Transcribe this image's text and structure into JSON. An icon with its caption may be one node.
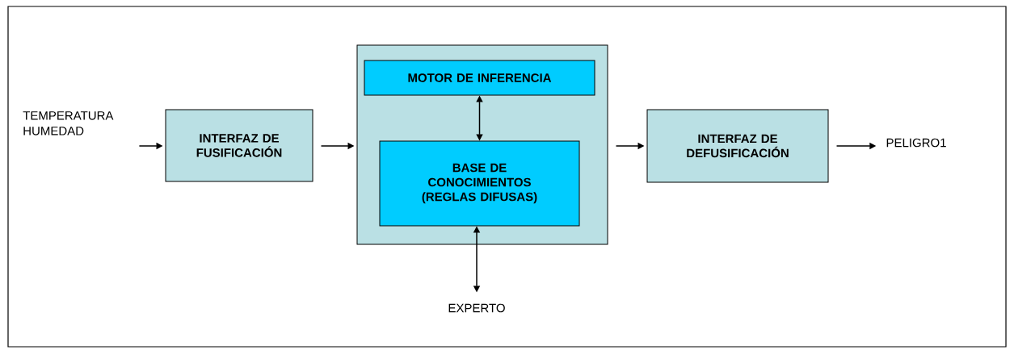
{
  "diagram": {
    "nodes": [
      {
        "text": [
          "TEMPERATURA HUMEDAD"
        ]
      },
      {
        "text": [
          "INTERFAZ DE FUSIFICACIÓN"
        ]
      },
      {
        "text": [],
        "shape": "box"
      },
      {
        "text": [
          "MOTOR DE INFERENCIA"
        ],
        "in": 2
      },
      {
        "text": [
          "BASE DE CONOCIMIENTOS (REGLAS DIFUSAS)"
        ],
        "in": 2
      },
      {
        "text": [
          "INTERFAZ DE DEFUSIFICACIÓN"
        ]
      },
      {
        "text": [
          "PELIGRO1"
        ]
      },
      {
        "text": [
          "EXPERTO"
        ]
      }
    ],
    "edges": [
      {
        "from": 0,
        "to": 1,
        "arrow": "to"
      },
      {
        "from": 1,
        "to": 2,
        "arrow": "to"
      },
      {
        "from": 2,
        "to": 5,
        "arrow": "to"
      },
      {
        "from": 5,
        "to": 6,
        "arrow": "to"
      },
      {
        "from": 3,
        "to": 4,
        "arrow": "both"
      },
      {
        "from": 4,
        "to": 7,
        "arrow": "both"
      }
    ]
  }
}
